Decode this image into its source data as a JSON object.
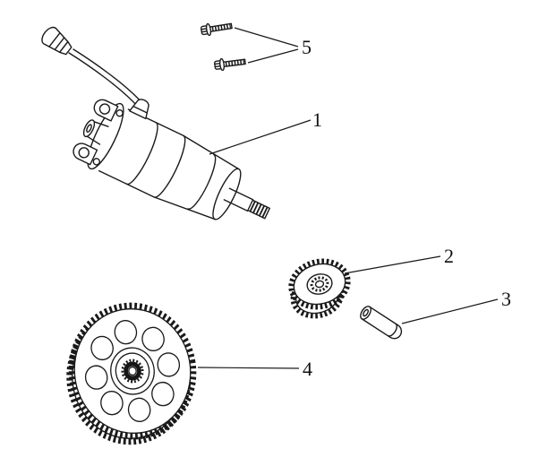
{
  "diagram": {
    "background": "#ffffff",
    "line_color": "#1a1a1a",
    "callouts": [
      {
        "number": "1",
        "part": "starter-motor"
      },
      {
        "number": "2",
        "part": "reduction-gear"
      },
      {
        "number": "3",
        "part": "roller-pin"
      },
      {
        "number": "4",
        "part": "starter-driven-gear"
      },
      {
        "number": "5",
        "part": "mounting-bolts"
      }
    ]
  }
}
